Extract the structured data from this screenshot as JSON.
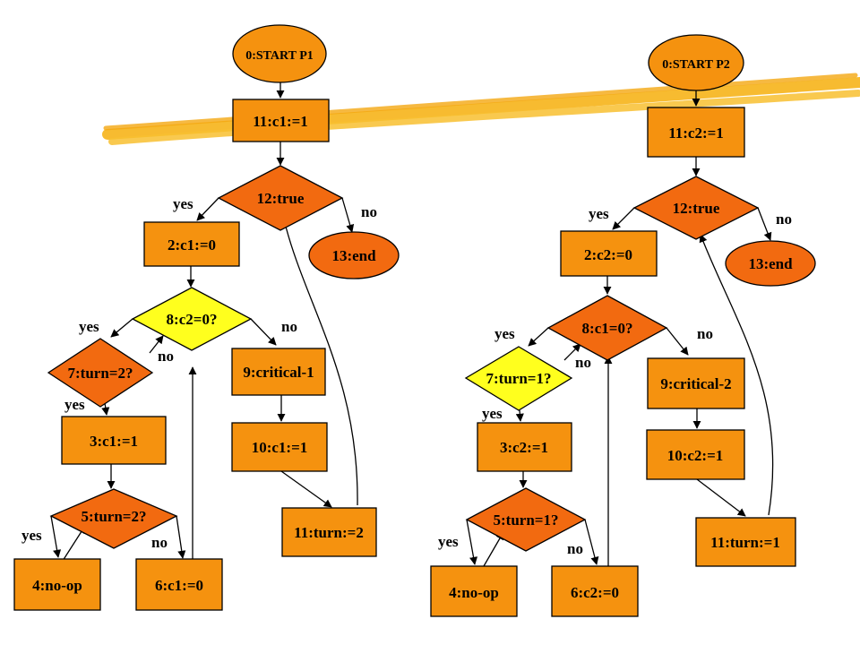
{
  "colors": {
    "box_fill": "#f5920f",
    "diamond_fill": "#f26a10",
    "highlight_fill": "#ffff1e",
    "end_fill": "#f26a10",
    "start_fill": "#f5920f",
    "stroke": "#000000",
    "brush": "#f6b41a"
  },
  "flowcharts": [
    {
      "id": "p1",
      "nodes": {
        "start": "0:START P1",
        "n11a": "11:c1:=1",
        "n12": "12:true",
        "n13": "13:end",
        "n2": "2:c1:=0",
        "n8": "8:c2=0?",
        "n7": "7:turn=2?",
        "n9": "9:critical-1",
        "n3": "3:c1:=1",
        "n10": "10:c1:=1",
        "n5": "5:turn=2?",
        "n11b": "11:turn:=2",
        "n4": "4:no-op",
        "n6": "6:c1:=0"
      },
      "labels": {
        "yes_12": "yes",
        "no_12": "no",
        "yes_8": "yes",
        "no_8": "no",
        "no_7": "no",
        "yes_7": "yes",
        "yes_5": "yes",
        "no_5": "no"
      }
    },
    {
      "id": "p2",
      "nodes": {
        "start": "0:START P2",
        "n11a": "11:c2:=1",
        "n12": "12:true",
        "n13": "13:end",
        "n2": "2:c2:=0",
        "n8": "8:c1=0?",
        "n7": "7:turn=1?",
        "n9": "9:critical-2",
        "n3": "3:c2:=1",
        "n10": "10:c2:=1",
        "n5": "5:turn=1?",
        "n11b": "11:turn:=1",
        "n4": "4:no-op",
        "n6": "6:c2:=0"
      },
      "labels": {
        "yes_12": "yes",
        "no_12": "no",
        "yes_8": "yes",
        "no_8": "no",
        "no_7": "no",
        "yes_7": "yes",
        "yes_5": "yes",
        "no_5": "no"
      }
    }
  ]
}
